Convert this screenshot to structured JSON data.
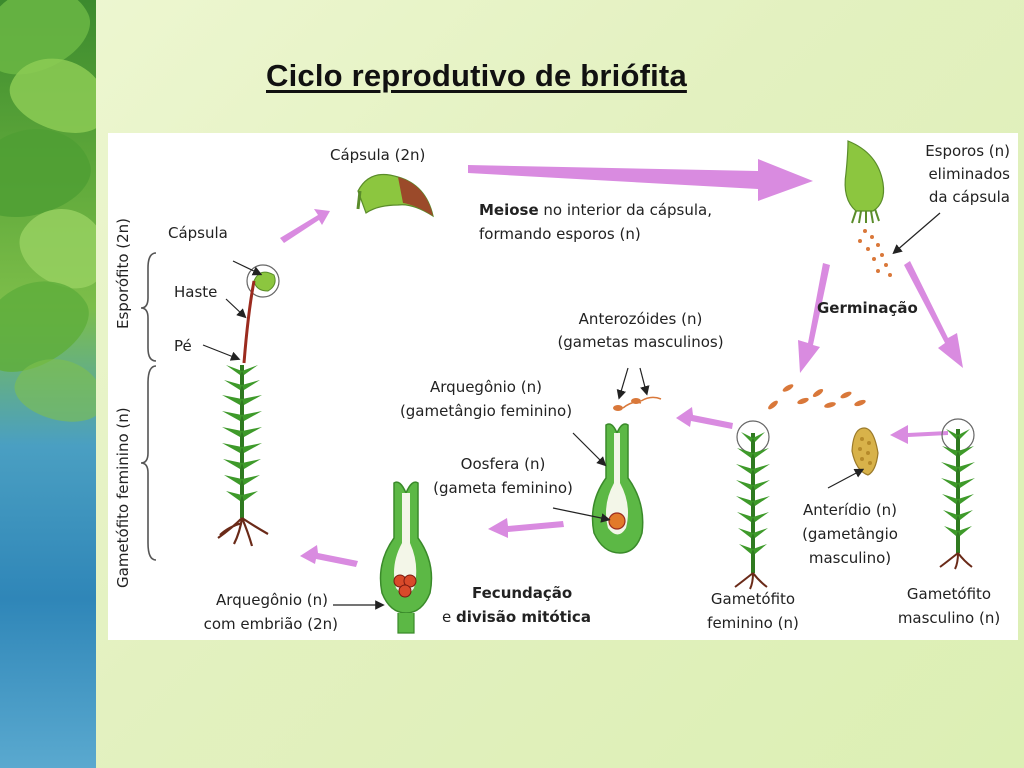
{
  "slide": {
    "title": "Ciclo reprodutivo de briófita"
  },
  "diagram": {
    "side_labels": {
      "sporophyte": "Esporófito (2n)",
      "gametophyte": "Gametófito feminino (n)"
    },
    "labels": {
      "capsula_top": "Cápsula (2n)",
      "capsula": "Cápsula",
      "haste": "Haste",
      "pe": "Pé",
      "meiose_bold": "Meiose",
      "meiose_rest_1": " no interior da cápsula,",
      "meiose_rest_2": "formando esporos (n)",
      "esporos_1": "Esporos (n)",
      "esporos_2": "eliminados",
      "esporos_3": "da cápsula",
      "germinacao": "Germinação",
      "anterozoides_1": "Anterozóides (n)",
      "anterozoides_2": "(gametas masculinos)",
      "arquegonio_1": "Arquegônio (n)",
      "arquegonio_2": "(gametângio feminino)",
      "oosfera_1": "Oosfera (n)",
      "oosfera_2": "(gameta feminino)",
      "anteridio_1": "Anterídio (n)",
      "anteridio_2": "(gametângio",
      "anteridio_3": "masculino)",
      "gam_fem_1": "Gametófito",
      "gam_fem_2": "feminino (n)",
      "gam_masc_1": "Gametófito",
      "gam_masc_2": "masculino (n)",
      "fecundacao": "Fecundação",
      "e": "e ",
      "divisao": "divisão mitótica",
      "arq_embriao_1": "Arquegônio (n)",
      "arq_embriao_2": "com embrião (2n)"
    },
    "colors": {
      "arrow": "#d98be0",
      "plant_green": "#3e9a2a",
      "capsule_green": "#8cc63f",
      "archegonium_green": "#5cb845",
      "stalk_red": "#9b2b1f",
      "spore_orange": "#d9783a",
      "root_brown": "#6a2a18"
    }
  }
}
